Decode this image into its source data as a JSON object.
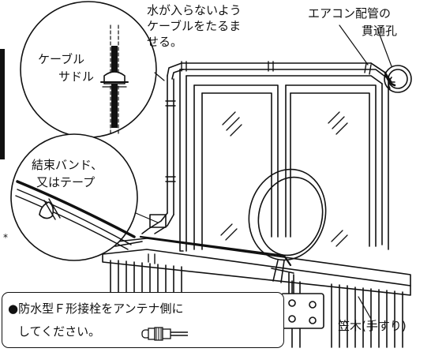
{
  "labels": {
    "water_note": [
      "水が入らないよう",
      "ケーブルをたるま",
      "せる。"
    ],
    "aircon_hole": [
      "エアコン配管の",
      "貫通孔"
    ],
    "cable_saddle": [
      "ケーブル",
      "サドル"
    ],
    "binding_band": [
      "結束バンド、",
      "又はテープ"
    ],
    "railing": "笠木(手すり)",
    "connector_note": [
      "防水型Ｆ形接栓をアンテナ側に",
      "してください。"
    ],
    "bullet_symbol": "●",
    "edge_mark": "*"
  },
  "colors": {
    "ink": "#111111",
    "paper": "#ffffff"
  },
  "icons": [
    "f-connector-icon",
    "antenna-dish-icon",
    "wall-outlet-icon"
  ]
}
